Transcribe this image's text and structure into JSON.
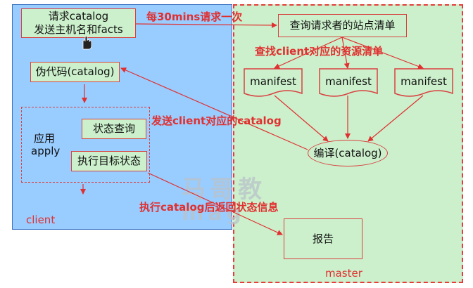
{
  "client": {
    "label": "client",
    "request_box": {
      "line1": "请求catalog",
      "line2": "发送主机名和facts"
    },
    "pseudo_code": "伪代码(catalog)",
    "apply_group": {
      "label_line1": "应用",
      "label_line2": "apply"
    },
    "status_query": "状态查询",
    "execute_target": "执行目标状态"
  },
  "master": {
    "label": "master",
    "query_box": "查询请求者的站点清单",
    "manifests": [
      "manifest",
      "manifest",
      "manifest"
    ],
    "compile": "编译(catalog)",
    "report": "报告"
  },
  "annotations": {
    "request_every": "每30mins请求一次",
    "find_resources": "查找client对应的资源清单",
    "send_catalog": "发送client对应的catalog",
    "return_status": "执行catalog后返回状态信息"
  },
  "watermark": {
    "line1": "马哥教",
    "line2": "mag"
  },
  "colors": {
    "client_bg": "#99ccff",
    "master_bg": "#ccf0cc",
    "accent_red": "#e03030"
  }
}
